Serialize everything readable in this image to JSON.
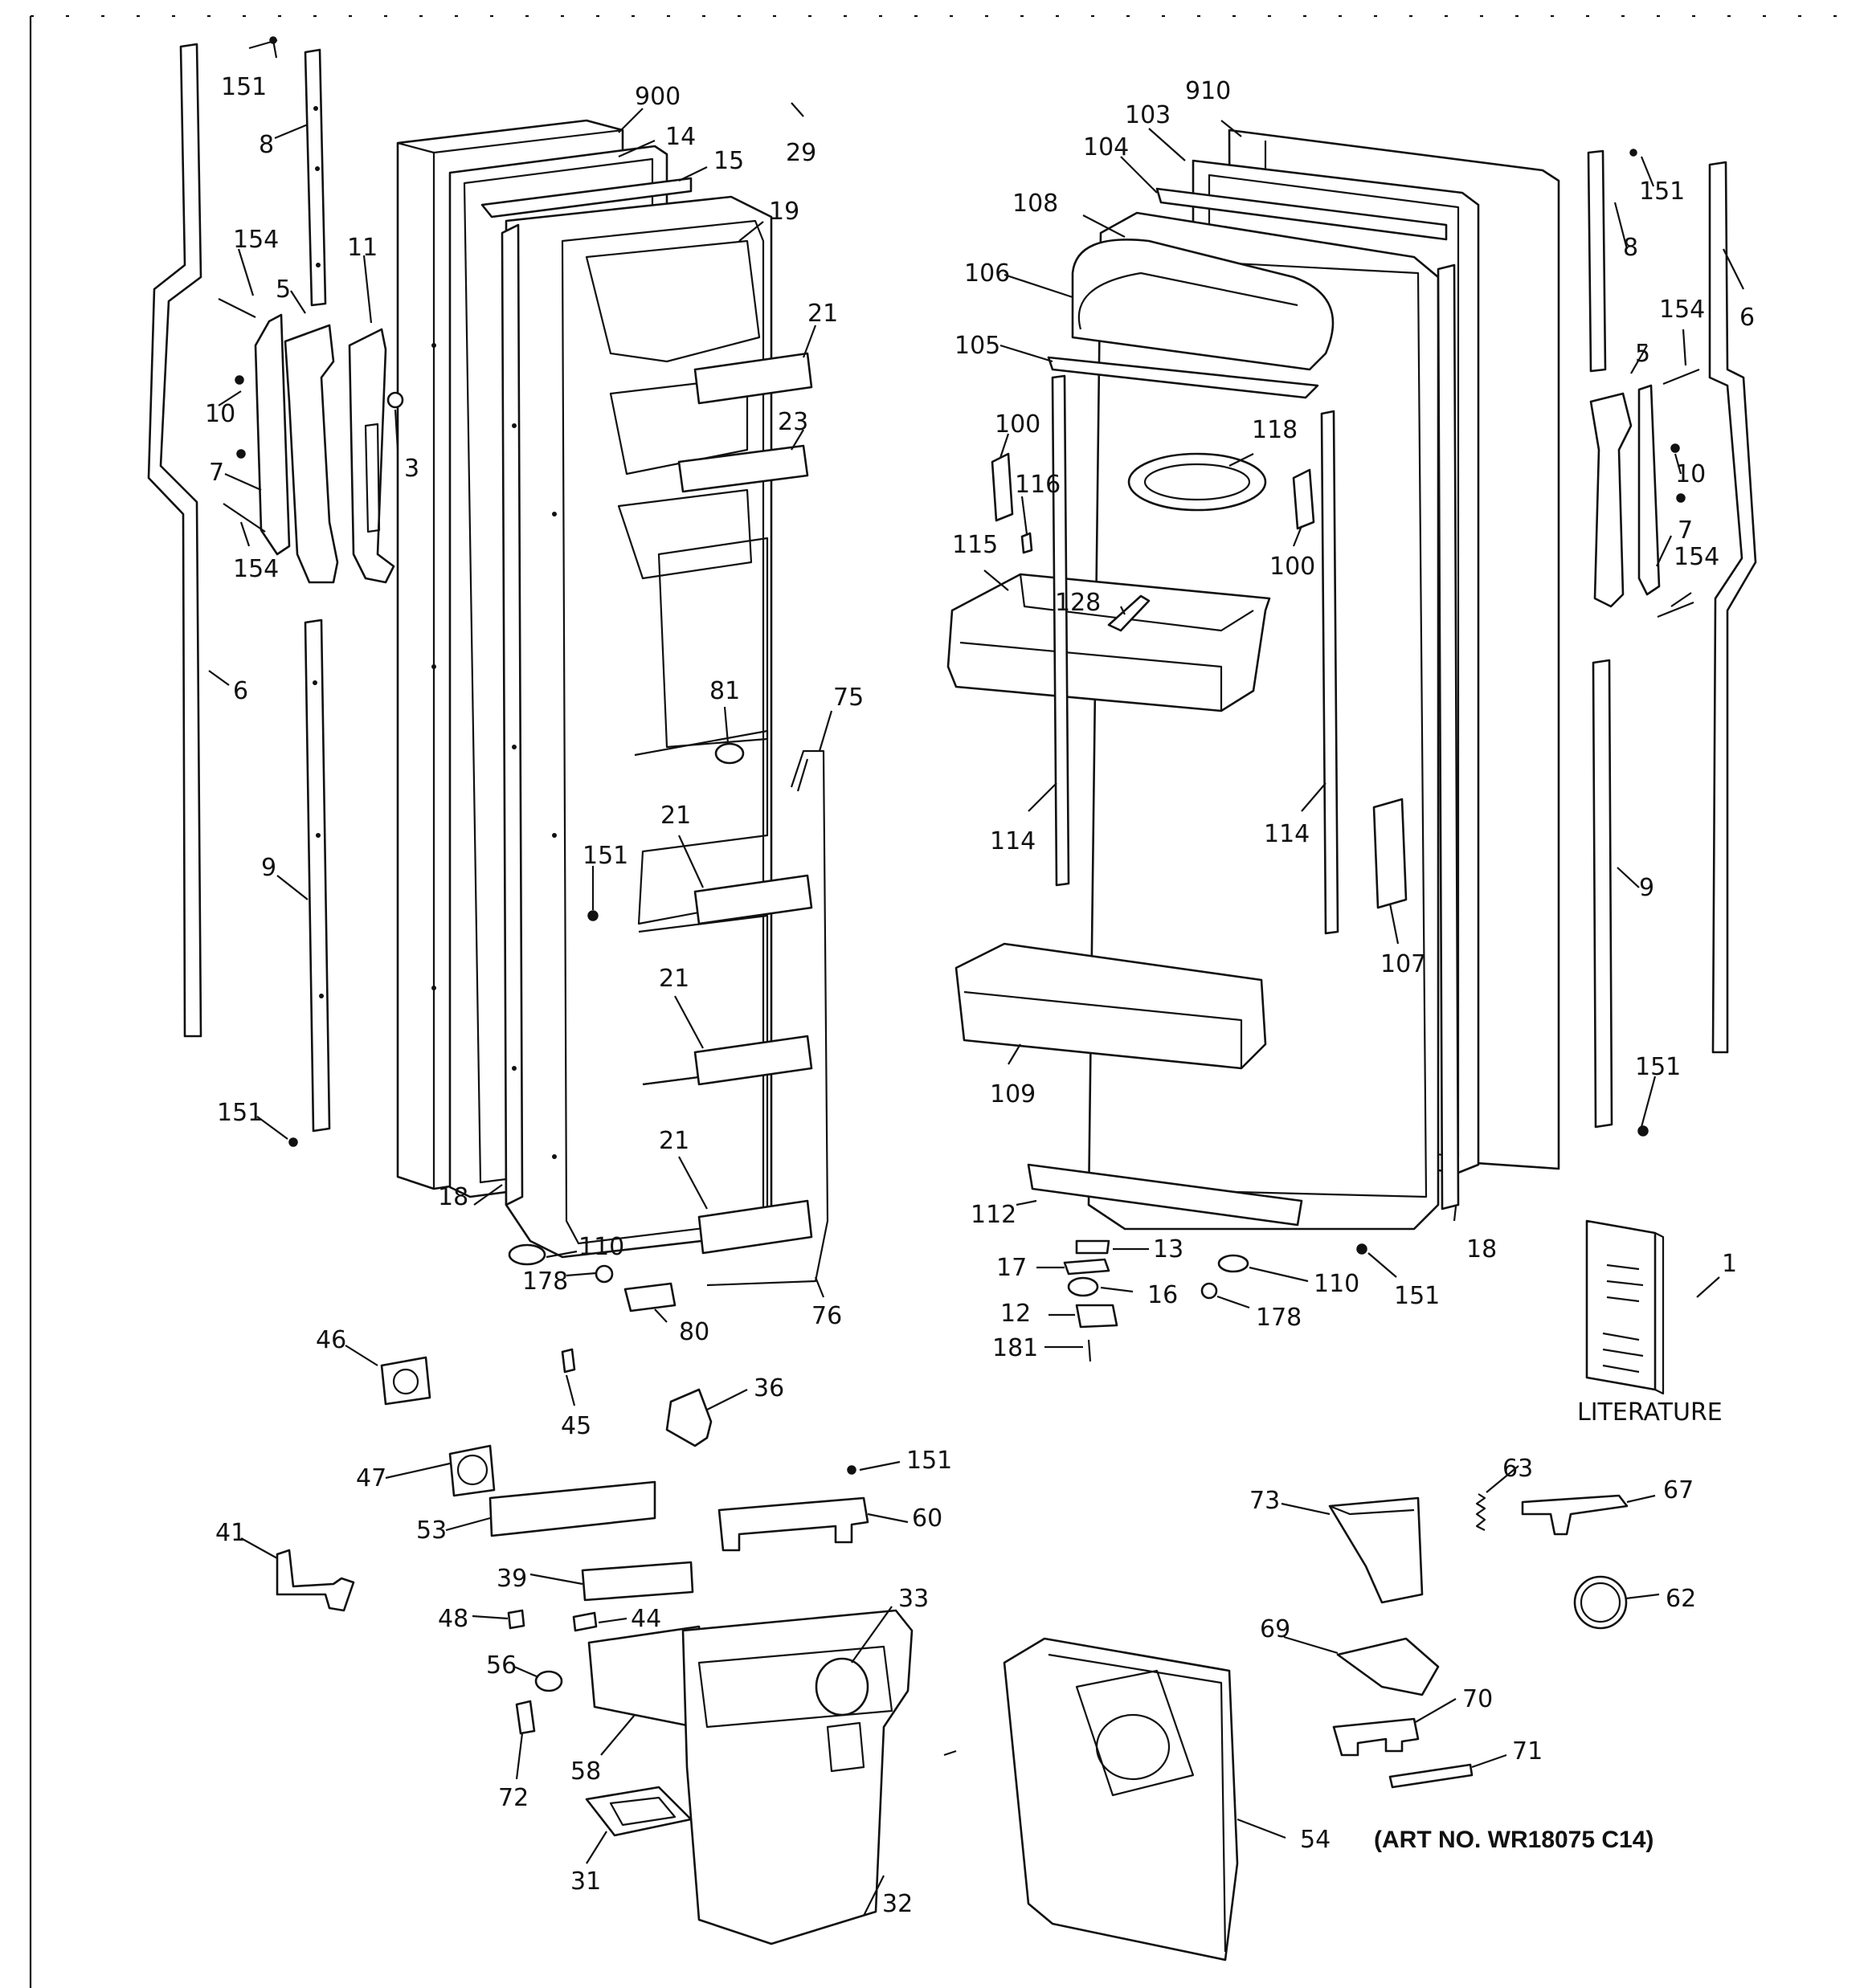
{
  "diagram": {
    "art_number": "(ART NO. WR18075 C14)",
    "literature_label": "LITERATURE",
    "callouts": {
      "c151a": "151",
      "c8a": "8",
      "c154a": "154",
      "c5a": "5",
      "c11": "11",
      "c10a": "10",
      "c7a": "7",
      "c154b": "154",
      "c3": "3",
      "c6a": "6",
      "c9a": "9",
      "c151b": "151",
      "c18a": "18",
      "c900": "900",
      "c14": "14",
      "c15": "15",
      "c29": "29",
      "c19": "19",
      "c21a": "21",
      "c23": "23",
      "c81": "81",
      "c75": "75",
      "c21b": "21",
      "c151c": "151",
      "c21c": "21",
      "c21d": "21",
      "c110a": "110",
      "c178a": "178",
      "c80": "80",
      "c76": "76",
      "c910": "910",
      "c103": "103",
      "c104": "104",
      "c108": "108",
      "c106": "106",
      "c105": "105",
      "c100a": "100",
      "c116": "116",
      "c118": "118",
      "c115": "115",
      "c100b": "100",
      "c128": "128",
      "c114a": "114",
      "c114b": "114",
      "c107": "107",
      "c109": "109",
      "c112": "112",
      "c18b": "18",
      "c13": "13",
      "c17": "17",
      "c16": "16",
      "c12": "12",
      "c181": "181",
      "c110b": "110",
      "c178b": "178",
      "c151d": "151",
      "c151e": "151",
      "c8b": "8",
      "c6b": "6",
      "c154c": "154",
      "c5b": "5",
      "c10b": "10",
      "c7b": "7",
      "c154d": "154",
      "c9b": "9",
      "c151f": "151",
      "c1": "1",
      "c46": "46",
      "c45": "45",
      "c36": "36",
      "c47": "47",
      "c151g": "151",
      "c53": "53",
      "c60": "60",
      "c41": "41",
      "c39": "39",
      "c33": "33",
      "c48": "48",
      "c44": "44",
      "c56": "56",
      "c58": "58",
      "c72": "72",
      "c31": "31",
      "c32": "32",
      "c73": "73",
      "c63": "63",
      "c67": "67",
      "c62": "62",
      "c69": "69",
      "c70": "70",
      "c71": "71",
      "c54": "54"
    }
  }
}
